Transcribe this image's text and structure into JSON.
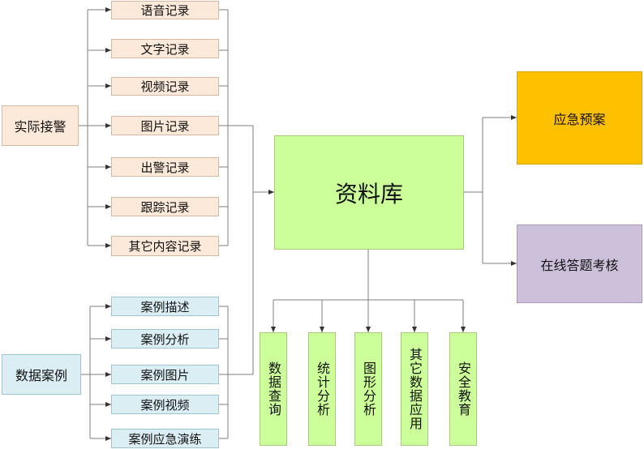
{
  "left_groups": [
    {
      "label": "实际接警",
      "items": [
        "语音记录",
        "文字记录",
        "视频记录",
        "图片记录",
        "出警记录",
        "跟踪记录",
        "其它内容记录"
      ]
    },
    {
      "label": "数据案例",
      "items": [
        "案例描述",
        "案例分析",
        "案例图片",
        "案例视频",
        "案例应急演练"
      ]
    }
  ],
  "center": {
    "label": "资料库"
  },
  "right": [
    "应急预案",
    "在线答题考核"
  ],
  "bottom": [
    "数据查询",
    "统计分析",
    "图形分析",
    "其它数据应用",
    "安全教育"
  ],
  "colors": {
    "peach": "#fde9d9",
    "blue": "#dbeef4",
    "green": "#ccff99",
    "orange": "#ffc000",
    "purple": "#ccc0da"
  }
}
